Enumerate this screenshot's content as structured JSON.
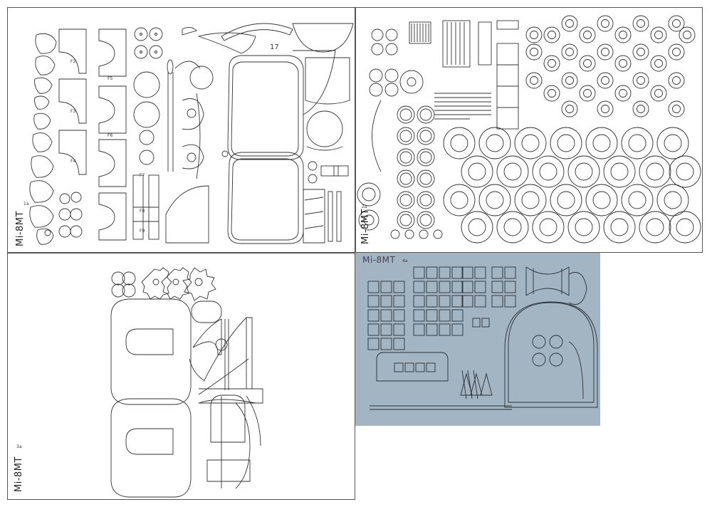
{
  "sheets": [
    {
      "id": "sheet-1",
      "model": "Mi-8MT",
      "page_code": "1a"
    },
    {
      "id": "sheet-2",
      "model": "Mi-8MT",
      "page_code": "2a"
    },
    {
      "id": "sheet-3",
      "model": "Mi-8MT",
      "page_code": "3a"
    },
    {
      "id": "sheet-4",
      "model": "Mi-8MT",
      "page_code": "4a"
    }
  ],
  "part_labels": {
    "f2": "F2",
    "f3": "F3",
    "f4": "F4",
    "f5": "F5",
    "f6": "F6",
    "f7": "F7",
    "f8": "F8",
    "f9": "F9",
    "p17": "17"
  },
  "colors": {
    "paper": "#ffffff",
    "laser_board": "#a3b4c2",
    "cut_line": "#333333"
  }
}
